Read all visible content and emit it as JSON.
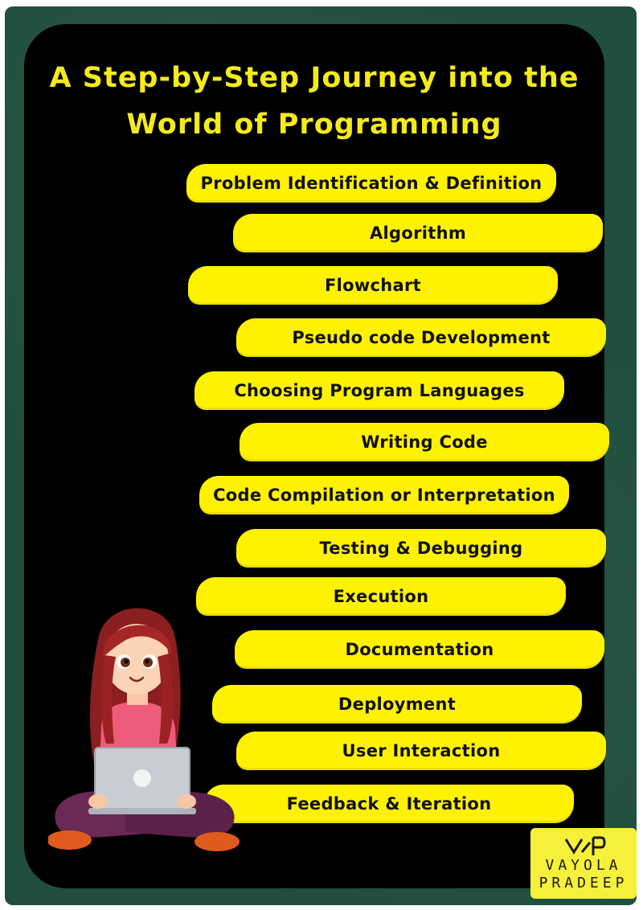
{
  "title": "A Step-by-Step Journey into the World of Programming",
  "steps": [
    "Problem Identification & Definition",
    "Algorithm",
    "Flowchart",
    "Pseudo code Development",
    "Choosing Program Languages",
    "Writing Code",
    "Code Compilation or Interpretation",
    "Testing & Debugging",
    "Execution",
    "Documentation",
    "Deployment",
    "User Interaction",
    "Feedback & Iteration"
  ],
  "logo": {
    "line1": "VAYOLA",
    "line2": "PRADEEP"
  },
  "colors": {
    "frame": "#1f4e3d",
    "board": "#000000",
    "accent": "#fff200",
    "title": "#f5ea1a"
  },
  "illustration": "girl-with-laptop"
}
